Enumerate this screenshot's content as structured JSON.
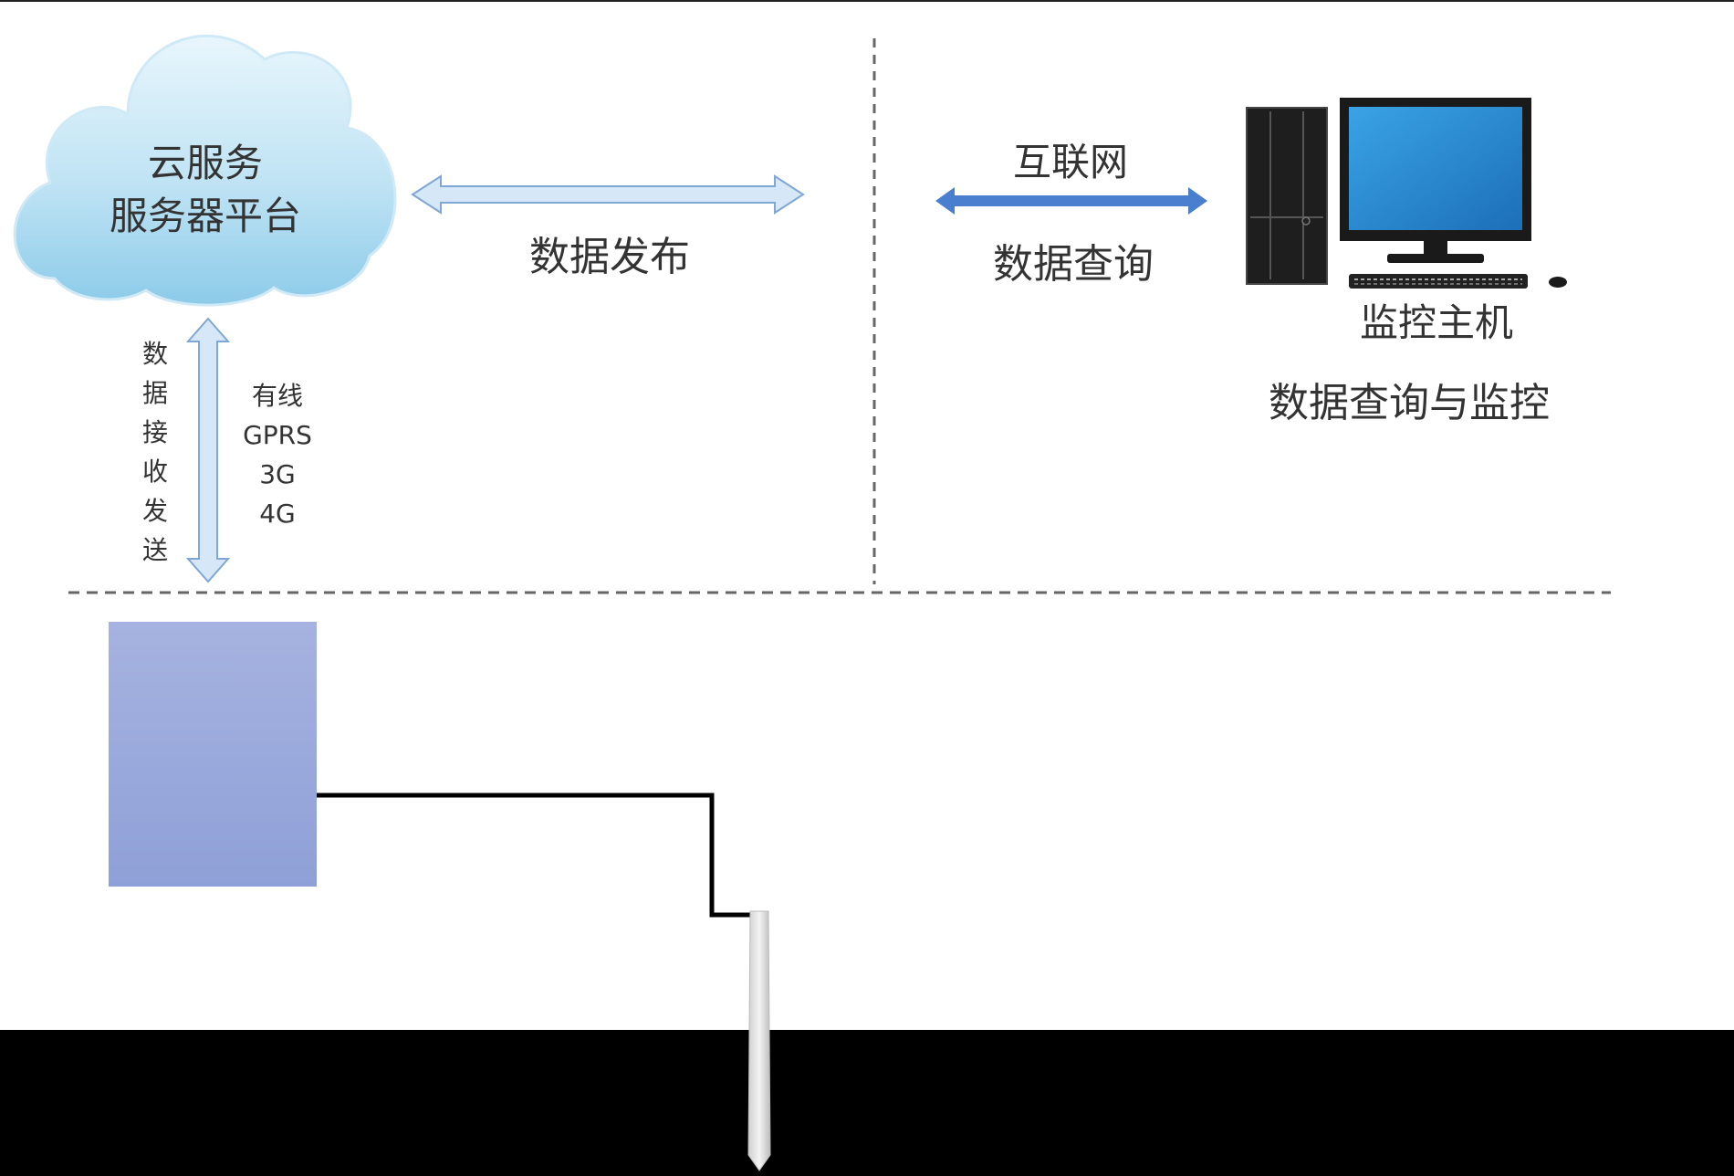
{
  "cloud": {
    "title_line1": "云服务",
    "title_line2": "服务器平台",
    "icon": "cloud-icon"
  },
  "links": {
    "publish_label": "数据发布",
    "internet_label": "互联网",
    "query_label": "数据查询",
    "vertical_label": "数据接收发送",
    "channels": [
      "有线",
      "GPRS",
      "3G",
      "4G"
    ]
  },
  "host": {
    "label": "监控主机",
    "caption": "数据查询与监控",
    "icon": "desktop-computer-icon"
  },
  "colors": {
    "cloud_fill": "#a9d8ef",
    "arrow_light": "#d6e8f8",
    "arrow_stroke": "#7fa7d6",
    "arrow_solid": "#4a7fd0",
    "device_box": "#9aa9dc",
    "monitor_screen": "#2a8fd6",
    "cable": "#000000",
    "divider": "#666666"
  }
}
